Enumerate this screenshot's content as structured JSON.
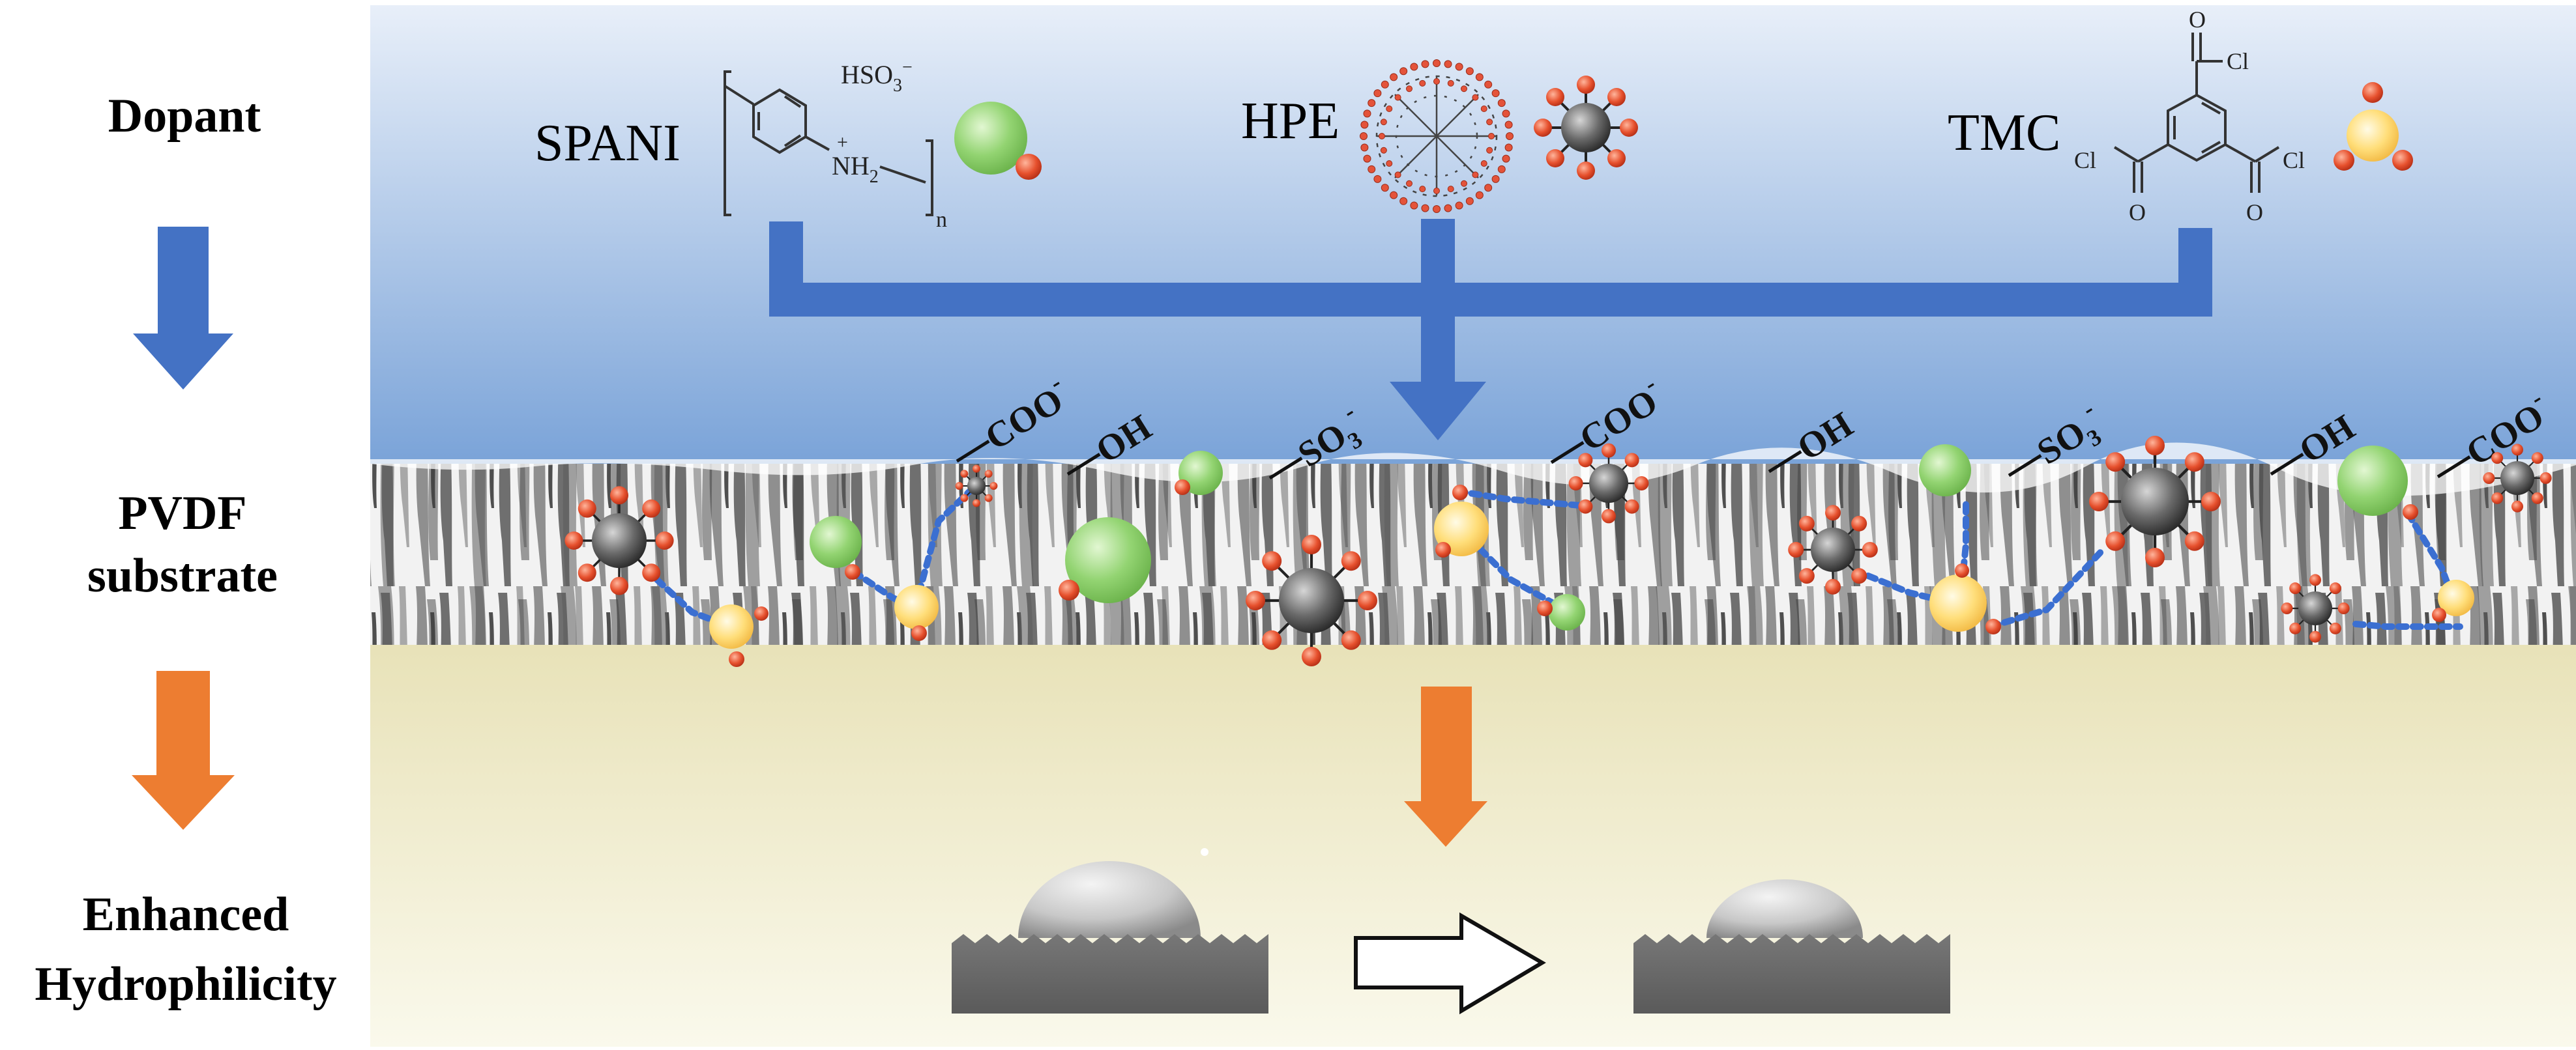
{
  "steps": {
    "dopant": "Dopant",
    "pvdf_line1": "PVDF",
    "pvdf_line2": "substrate",
    "hydro_line1": "Enhanced",
    "hydro_line2": "Hydrophilicity"
  },
  "dopants": {
    "spani": {
      "name": "SPANI",
      "group": "HSO",
      "group_sub": "3",
      "group_sup": "−",
      "nh2": "NH",
      "nh2_sub": "2",
      "plus": "+",
      "n": "n"
    },
    "hpe": {
      "name": "HPE"
    },
    "tmc": {
      "name": "TMC",
      "cl": "Cl",
      "o": "O"
    }
  },
  "groups": {
    "coo": "COO",
    "coo_sup": "-",
    "oh": "OH",
    "so3": "SO",
    "so3_sub": "3",
    "so3_sup": "-"
  },
  "colors": {
    "top_bg_top": "#e6eef8",
    "top_bg_bottom": "#7ea6da",
    "bottom_bg_top": "#ebe6c0",
    "bottom_bg_bottom": "#f9f8ea",
    "blue_arrow": "#4472c4",
    "orange_arrow": "#ed7d31",
    "green_sphere": "#8fd06d",
    "yellow_sphere": "#ffd966",
    "red_atom": "#e0452a",
    "grey_core": "#555555",
    "link_blue": "#3b6fd1"
  }
}
